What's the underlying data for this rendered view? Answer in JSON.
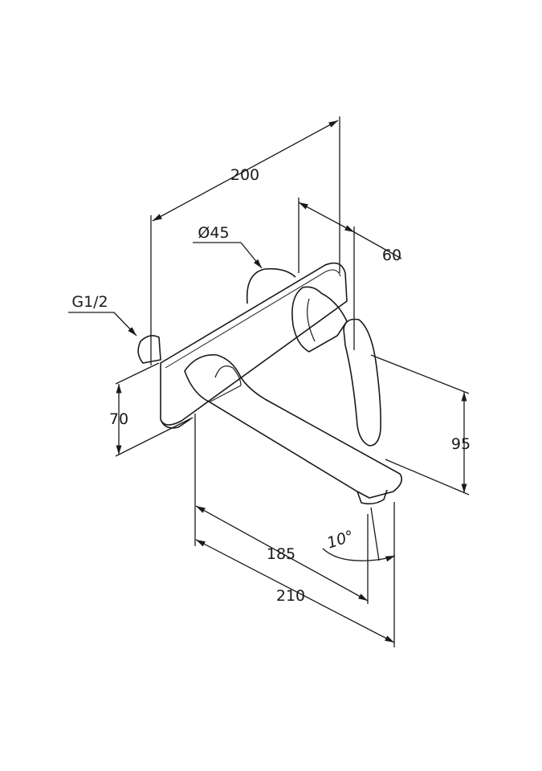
{
  "dimensions": {
    "overall_depth": "200",
    "rosette_diameter": "Ø45",
    "handle_offset": "60",
    "thread": "G1/2",
    "plate_height": "70",
    "handle_height": "95",
    "spout_reach": "185",
    "total_reach": "210",
    "spout_angle": "10°"
  },
  "colors": {
    "line": "#1a1a1a",
    "background": "#ffffff"
  }
}
